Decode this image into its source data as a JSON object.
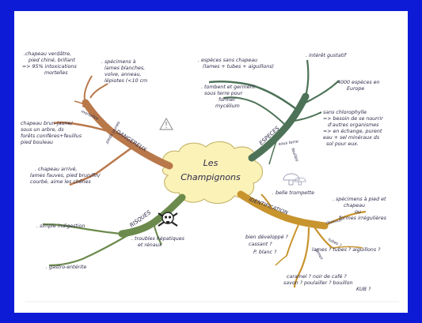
{
  "center": {
    "line1": "Les",
    "line2": "Champignons"
  },
  "branches": {
    "dangereux": "DANGEREUX",
    "especes": "ESPECES",
    "risques": "RISQUES",
    "identification": "IDENTIFICATION"
  },
  "twigs": {
    "mortels": "mortelles",
    "jaunes": "pieds jaunes",
    "feuilles": "feuilles",
    "sous_terre": "sous terre",
    "dans_eau": "dans l'eau",
    "tubes": "tubes ?",
    "dessous": "dessous",
    "lames": "lames"
  },
  "notes": {
    "dangereux_1": [
      ".chapeau verdâtre,",
      "pied chiné, brillant",
      "=> 95% intoxications",
      "mortelles"
    ],
    "dangereux_2": [
      ". spécimens à",
      "lames blanches,",
      "volve, anneau,",
      "lépiotes (<10 cm"
    ],
    "dangereux_3": [
      "chapeau brun-jaune/",
      "sous un arbre, ds",
      "forêts conifères+feuillus",
      "pied bouleau"
    ],
    "dangereux_4": [
      ". chapeau arrivé,",
      "lames fauves, pied brun/fin/",
      "courbé, aime les chênes"
    ],
    "especes_1": [
      ". espèces sans chapeau",
      "(lames + tubes + aiguillons)"
    ],
    "especes_2": [
      ". intérêt gustatif"
    ],
    "especes_3": [
      ". tombent et germent",
      "sous terre pour",
      "former",
      "mycélium"
    ],
    "especes_4": [
      ". 4000 espèces en",
      "Europe"
    ],
    "especes_5": [
      ". sans chlorophylle",
      "=> besoin de se nourrir",
      "d'autres organismes",
      "=> en échange, purent",
      "eau + sel minéraux ds",
      "sol pour eux."
    ],
    "risques_1": [
      ". simple indigestion"
    ],
    "risques_2": [
      ". troubles hépatiques",
      "et rénaux"
    ],
    "risques_3": [
      ". gastro-entérite"
    ],
    "ident_1": [
      ". belle trompette"
    ],
    "ident_2": [
      ". spécimens à pied et",
      "chapeau",
      "ou",
      "formes irrégulières"
    ],
    "ident_3": [
      "bien développé ?",
      "cassant ?",
      "P. blanc ?"
    ],
    "ident_4": [
      "lames ? tubes ? aiguillons ?"
    ],
    "ident_5": [
      "caramel ? noir de café ?",
      "savon ? poulailler ? bouillon",
      "KUB ?"
    ]
  },
  "colors": {
    "frame": "#0d1bd6",
    "center_fill": "#fbf2b8",
    "dangereux": "#b9784a",
    "especes": "#4d7257",
    "risques": "#6b8a4c",
    "identification": "#c8942e",
    "ink": "#2e2b4a"
  },
  "icons": [
    "warning-icon",
    "skull-crossbones-icon",
    "mushroom-icon"
  ]
}
